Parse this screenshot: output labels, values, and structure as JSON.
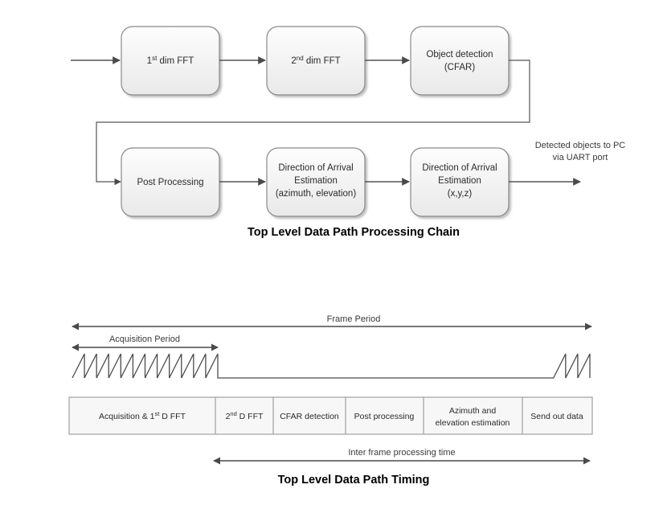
{
  "diagram": {
    "title_top": "Top Level Data Path Processing Chain",
    "title_bottom": "Top Level Data Path Timing",
    "chain": {
      "row1": [
        {
          "id": "fft1",
          "line1_pre": "1",
          "line1_sup": "st",
          "line1_post": " dim FFT"
        },
        {
          "id": "fft2",
          "line1_pre": "2",
          "line1_sup": "nd",
          "line1_post": " dim FFT"
        },
        {
          "id": "cfar",
          "line1": "Object detection",
          "line2": "(CFAR)"
        }
      ],
      "row2": [
        {
          "id": "post",
          "line1": "Post Processing"
        },
        {
          "id": "doa_ae",
          "line1": "Direction of Arrival",
          "line2": "Estimation",
          "line3": "(azimuth, elevation)"
        },
        {
          "id": "doa_xyz",
          "line1": "Direction of Arrival",
          "line2": "Estimation",
          "line3": "(x,y,z)"
        }
      ]
    },
    "output_note": {
      "line1": "Detected objects to PC",
      "line2": "via UART port"
    },
    "timing": {
      "frame_period_label": "Frame Period",
      "acquisition_period_label": "Acquisition Period",
      "inter_frame_label": "Inter frame processing time",
      "chirp_count_first": 12,
      "chirp_count_next": 3,
      "cells": [
        {
          "id": "acq_fft1",
          "pre": "Acquisition & 1",
          "sup": "st",
          "post": " D FFT"
        },
        {
          "id": "fft2",
          "pre": "2",
          "sup": "nd",
          "post": " D FFT"
        },
        {
          "id": "cfar",
          "line1": "CFAR detection"
        },
        {
          "id": "post",
          "line1": "Post processing"
        },
        {
          "id": "azel",
          "line1": "Azimuth and",
          "line2": "elevation  estimation"
        },
        {
          "id": "send",
          "line1": "Send out data"
        }
      ]
    }
  },
  "colors": {
    "box_fill_top": "#fdfdfd",
    "box_fill_bottom": "#ececec",
    "box_stroke": "#8a8a8a",
    "line": "#555555",
    "text": "#2b2b2b",
    "caption": "#000000",
    "table_fill": "#f7f7f7",
    "table_stroke": "#999999"
  }
}
